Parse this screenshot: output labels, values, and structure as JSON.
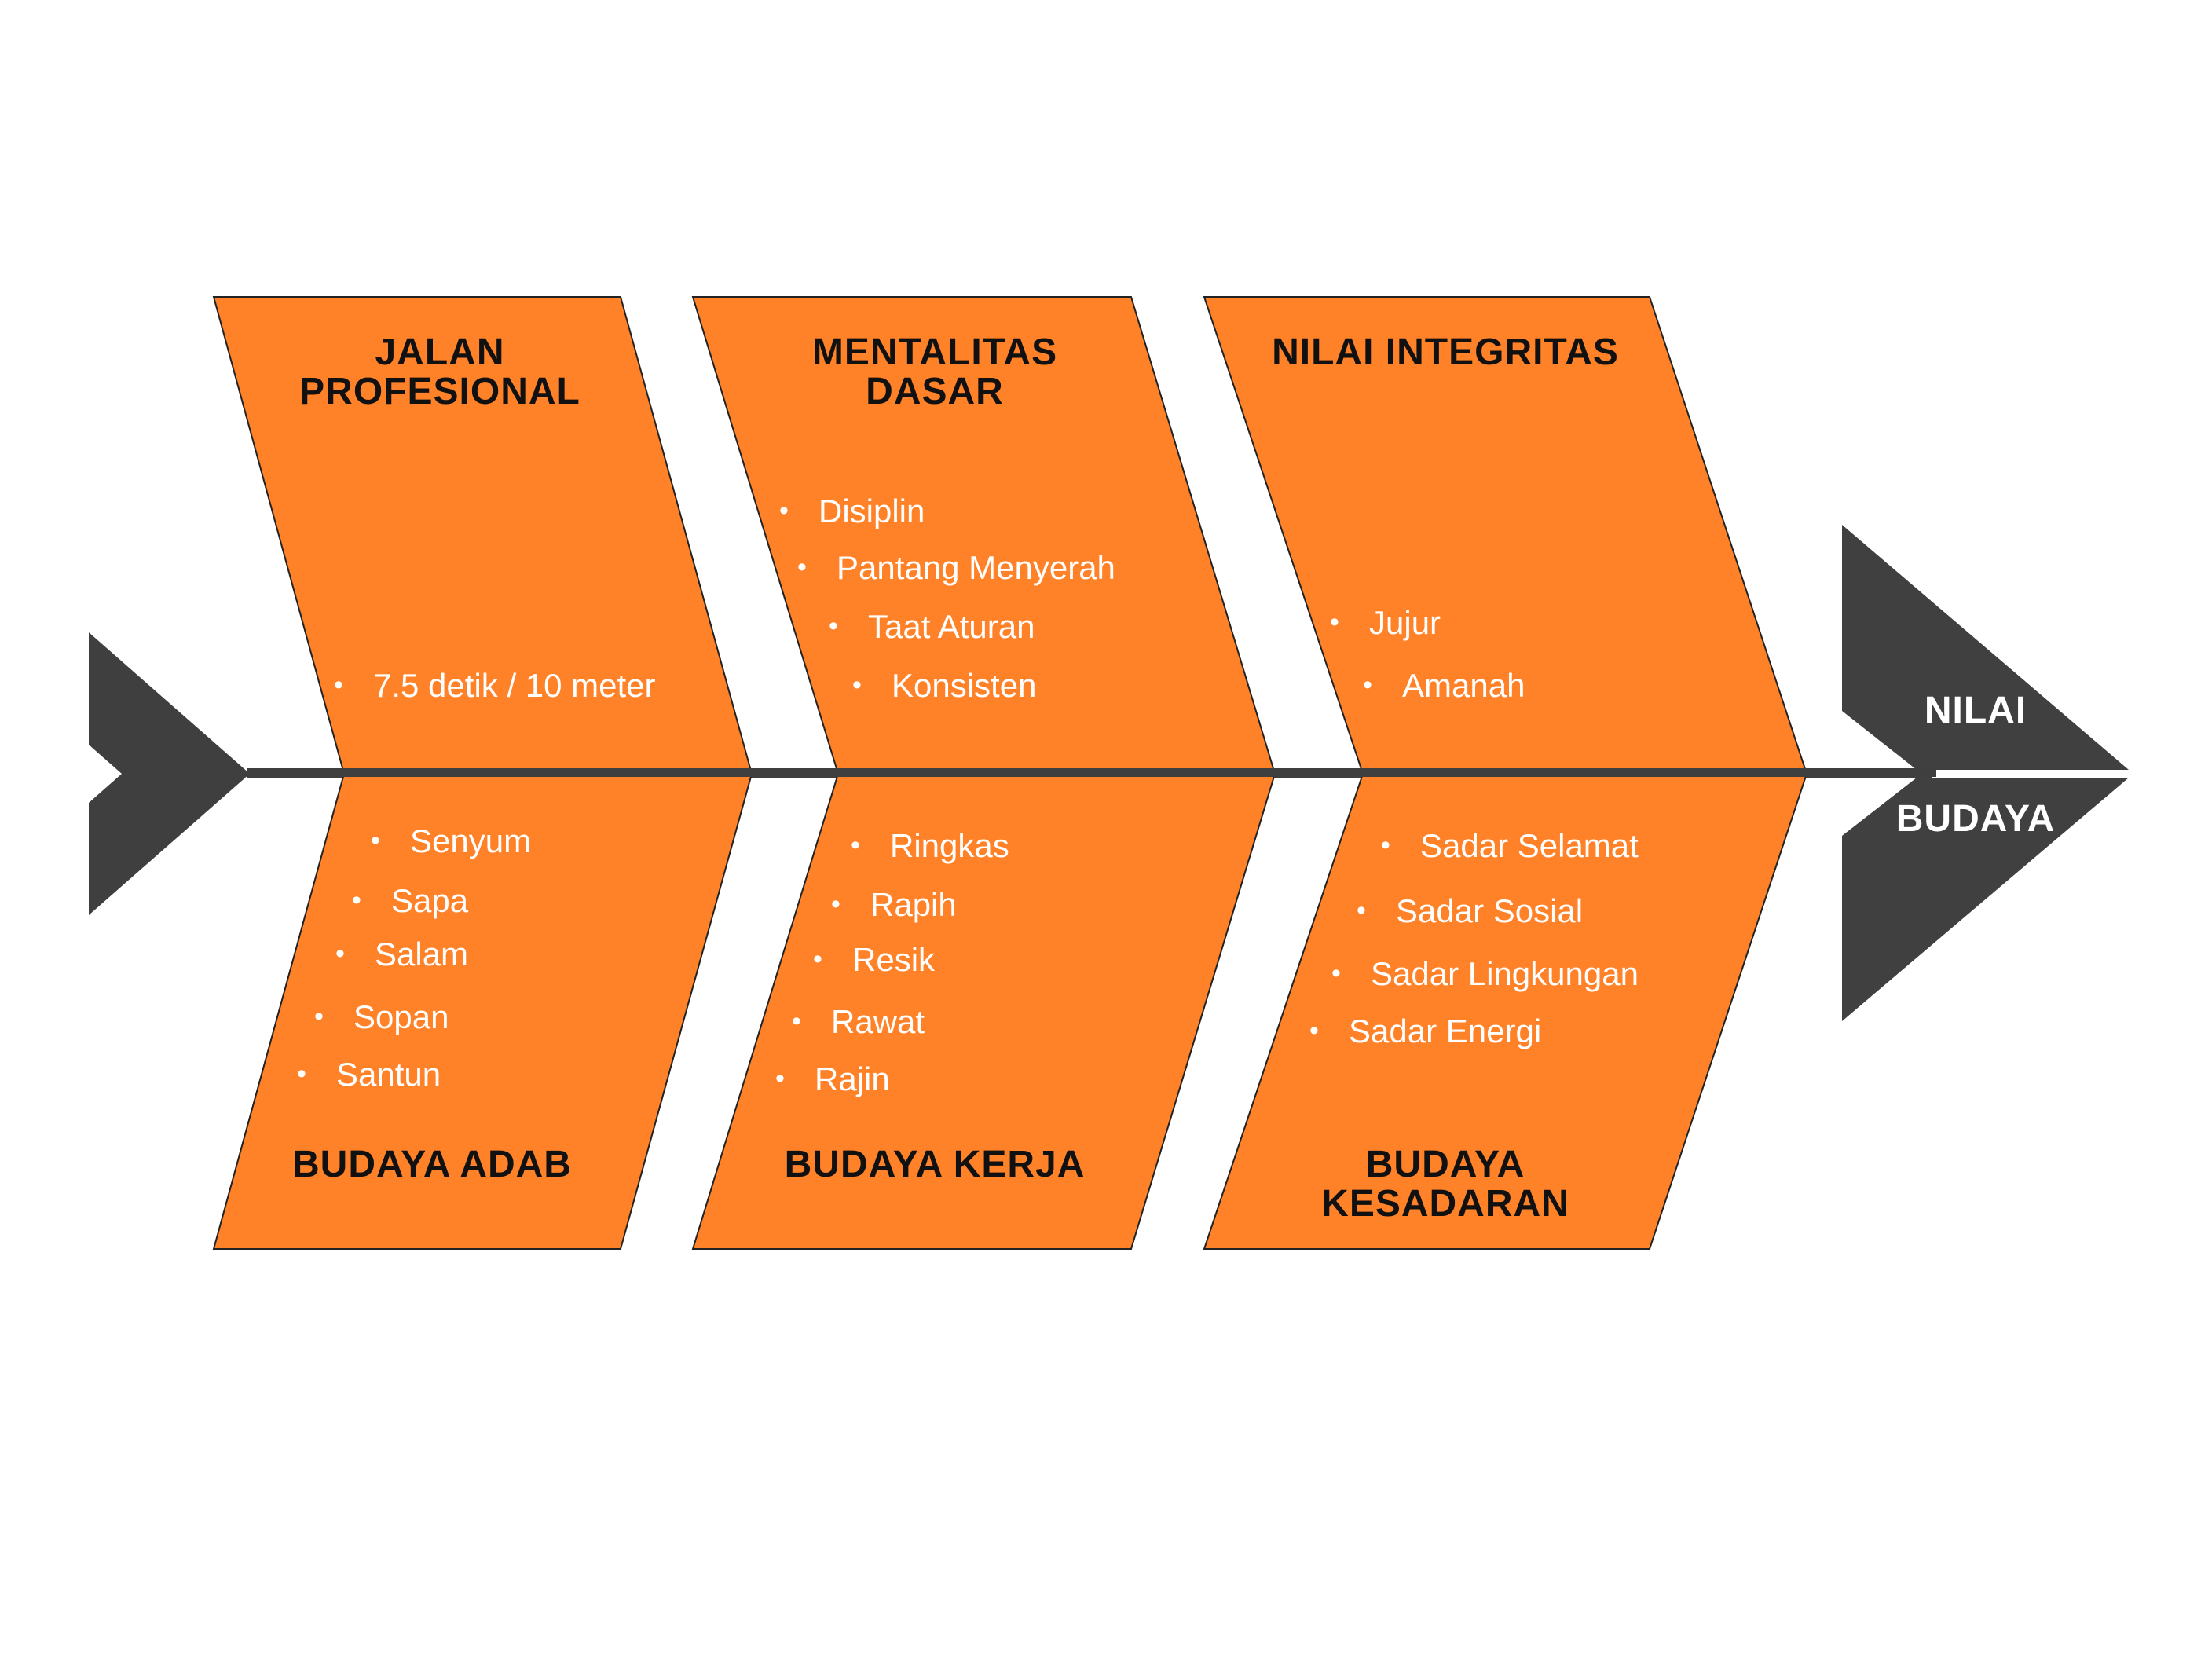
{
  "colors": {
    "bone": "#FF8228",
    "spine": "#3F3F3F",
    "head": "#404040",
    "title_text": "#111111",
    "item_text": "#FFFFFF"
  },
  "head": {
    "line1": "NILAI",
    "line2": "BUDAYA"
  },
  "top": [
    {
      "title": "JALAN\nPROFESIONAL",
      "items": [
        "7.5 detik / 10 meter"
      ]
    },
    {
      "title": "MENTALITAS\nDASAR",
      "items": [
        "Disiplin",
        "Pantang Menyerah",
        "Taat Aturan",
        "Konsisten"
      ]
    },
    {
      "title": "NILAI INTEGRITAS",
      "items": [
        "Jujur",
        "Amanah"
      ]
    }
  ],
  "bottom": [
    {
      "title": "BUDAYA ADAB",
      "items": [
        "Senyum",
        "Sapa",
        "Salam",
        "Sopan",
        "Santun"
      ]
    },
    {
      "title": "BUDAYA KERJA",
      "items": [
        "Ringkas",
        "Rapih",
        "Resik",
        "Rawat",
        "Rajin"
      ]
    },
    {
      "title": "BUDAYA\nKESADARAN",
      "items": [
        "Sadar Selamat",
        "Sadar Sosial",
        "Sadar Lingkungan",
        "Sadar Energi"
      ]
    }
  ]
}
